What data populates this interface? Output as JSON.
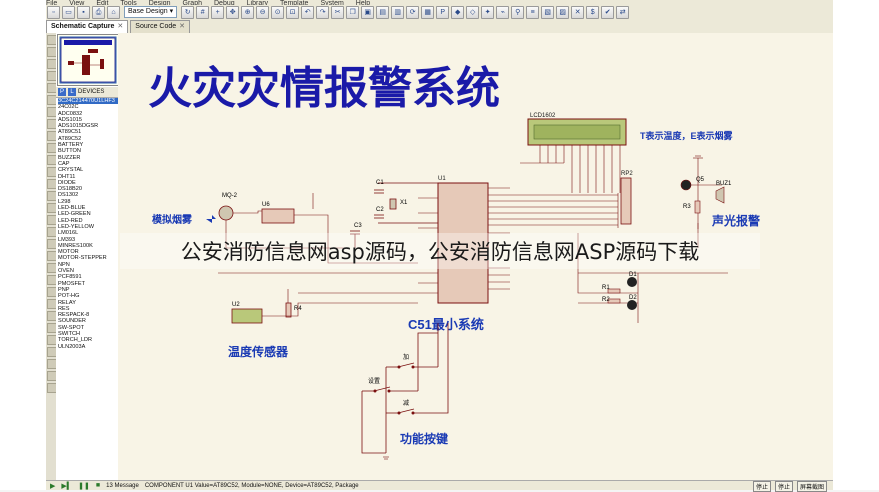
{
  "menubar": {
    "items": [
      "File",
      "View",
      "Edit",
      "Tools",
      "Design",
      "Graph",
      "Debug",
      "Library",
      "Template",
      "System",
      "Help"
    ]
  },
  "toolbar": {
    "design_select": "Base Design"
  },
  "tabs": [
    {
      "label": "Schematic Capture",
      "close": "✕"
    },
    {
      "label": "Source Code",
      "close": "✕"
    }
  ],
  "devices": {
    "p_button": "P",
    "l_button": "L",
    "header": "DEVICES",
    "items": [
      "3C24C214470U1LHF3",
      "24C02C",
      "ADC0832",
      "ADS1015",
      "ADS1015DGSR",
      "AT89C51",
      "AT89C52",
      "BATTERY",
      "BUTTON",
      "BUZZER",
      "CAP",
      "CRYSTAL",
      "DHT11",
      "DIODE",
      "DS18B20",
      "DS1302",
      "L298",
      "LED-BLUE",
      "LED-GREEN",
      "LED-RED",
      "LED-YELLOW",
      "LM016L",
      "LM393",
      "MINRES100K",
      "MOTOR",
      "MOTOR-STEPPER",
      "NPN",
      "OVEN",
      "PCF8591",
      "PMOSFET",
      "PNP",
      "POT-HG",
      "RELAY",
      "RES",
      "RESPACK-8",
      "SOUNDER",
      "SW-SPOT",
      "SWITCH",
      "TORCH_LDR",
      "ULN2003A"
    ],
    "selected_index": 0
  },
  "schematic": {
    "title": "火灾灾情报警系统",
    "lcd_label": "LCD1602",
    "lcd_note": "T表示温度，E表示烟雾",
    "smoke_label": "模拟烟雾",
    "mq_label": "MQ-2",
    "u6_label": "U6",
    "u1_label": "U1",
    "u2_label": "U2",
    "c1_label": "C1",
    "c2_label": "C2",
    "c3_label": "C3",
    "x1_label": "X1",
    "r4_label": "R4",
    "rp2_label": "RP2",
    "q5_label": "Q5",
    "buz_label": "BUZ1",
    "r3_label": "R3",
    "d1_label": "D1",
    "d2_label": "D2",
    "r1_label": "R1",
    "r2_label": "R2",
    "alarm_label": "声光报警",
    "mcu_label": "C51最小系统",
    "temp_label": "温度传感器",
    "btn_label": "功能按键",
    "btn_plus": "加",
    "btn_set": "设置",
    "btn_minus": "减"
  },
  "overlay_text": "公安消防信息网asp源码，公安消防信息网ASP源码下载",
  "statusbar": {
    "messages": "13 Message",
    "component": "COMPONENT U1 Value=AT89C52, Module=NONE, Device=AT89C52, Package",
    "pause": "停止",
    "stop": "停止",
    "screen": "屏幕截图"
  },
  "colors": {
    "wire": "#7a1010",
    "component": "#7a1010",
    "title": "#1a1aa8",
    "label": "#1a3ab4",
    "canvas": "#f8f4e6"
  }
}
